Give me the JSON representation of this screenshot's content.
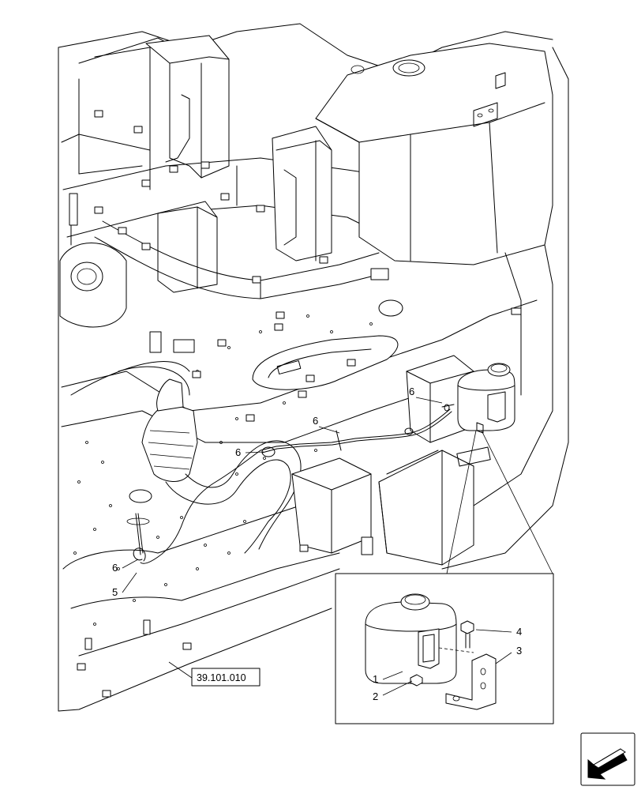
{
  "callouts": [
    "6",
    "6",
    "6",
    "6",
    "5",
    "1",
    "2",
    "4",
    "3"
  ],
  "reference_box": "39.101.010"
}
